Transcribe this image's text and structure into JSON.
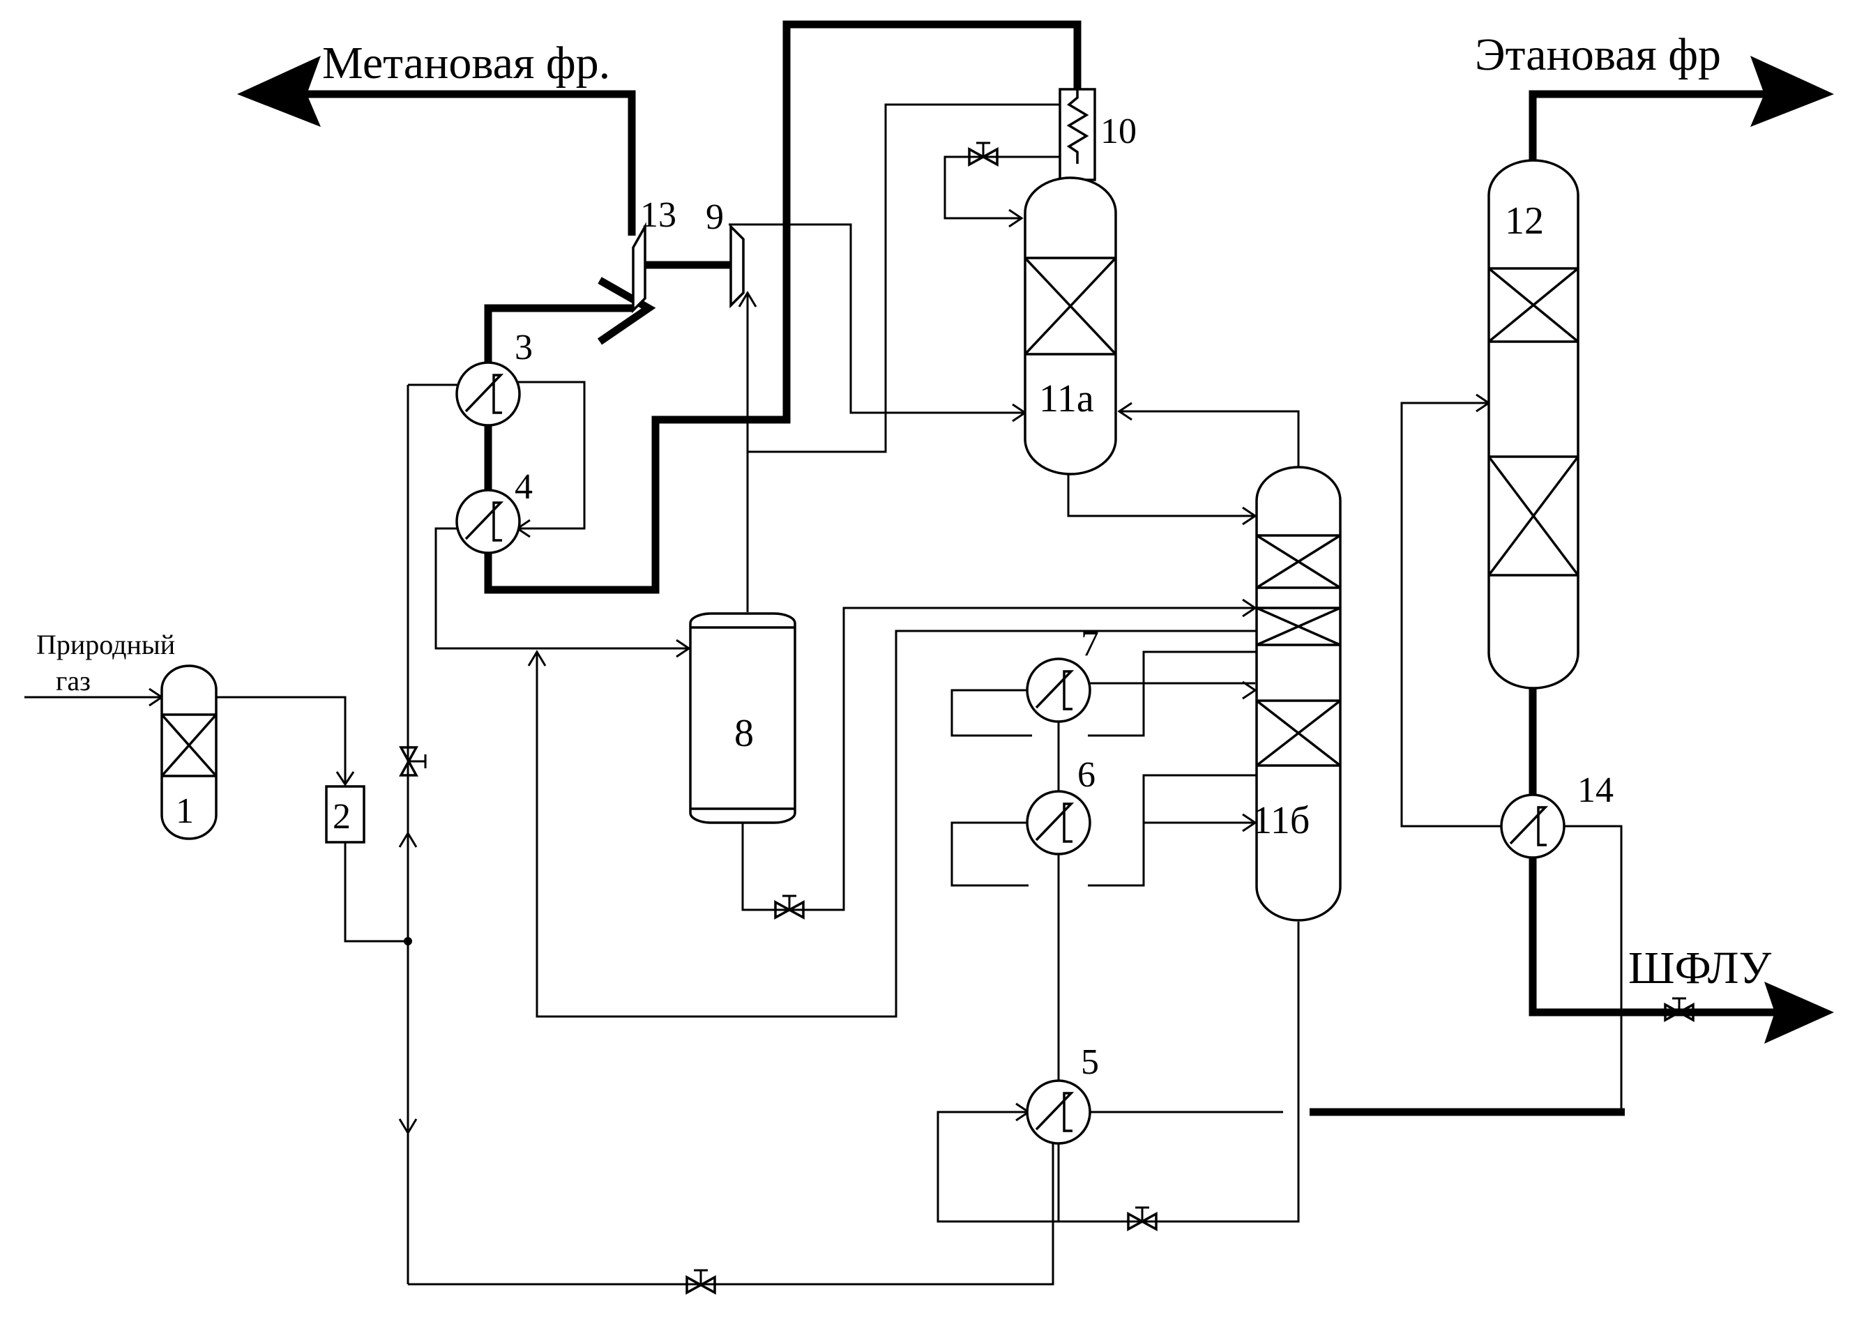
{
  "labels": {
    "methane": "Метановая фр.",
    "ethane": "Этановая фр",
    "ngl": "ШФЛУ",
    "natural_gas_line1": "Природный",
    "natural_gas_line2": "газ"
  },
  "equipment_numbers": {
    "adsorber": "1",
    "filter": "2",
    "hx3": "3",
    "hx4": "4",
    "hx5": "5",
    "hx6": "6",
    "hx7": "7",
    "separator": "8",
    "expander": "9",
    "condenser": "10",
    "column_top": "11а",
    "column_bottom": "11б",
    "deethanizer": "12",
    "compressor": "13",
    "hx14": "14"
  }
}
